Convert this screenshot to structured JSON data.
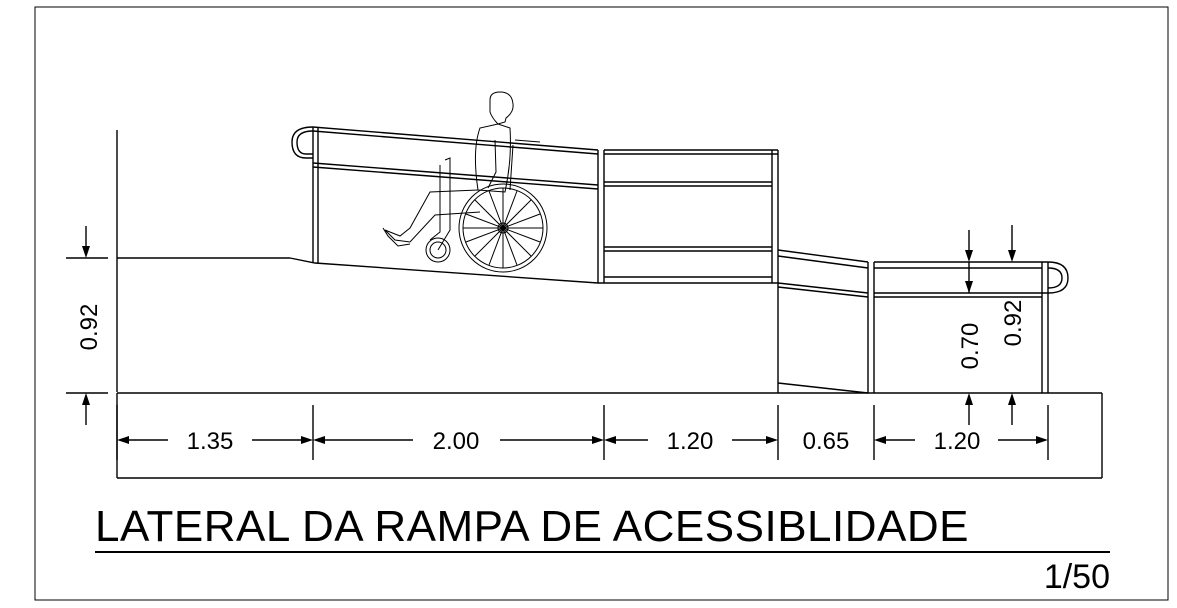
{
  "title": "LATERAL DA RAMPA DE ACESSIBLIDADE",
  "scale": "1/50",
  "dimensions": {
    "horizontal": [
      "1.35",
      "2.00",
      "1.20",
      "0.65",
      "1.20"
    ],
    "left_height": "0.92",
    "right_handrail_low": "0.70",
    "right_handrail_high": "0.92"
  },
  "colors": {
    "line": "#000000",
    "background": "#ffffff"
  }
}
